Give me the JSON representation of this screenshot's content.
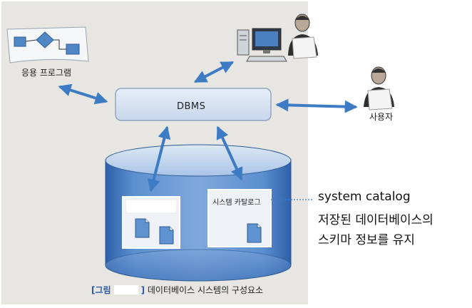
{
  "diagram": {
    "center_label": "DBMS",
    "app_label": "응용 프로그램",
    "user_label": "사용자",
    "catalog_label": "시스템 카탈로그"
  },
  "annotation": {
    "line1": "system catalog",
    "line2": "저장된 데이터베이스의",
    "line3": "스키마 정보를 유지"
  },
  "caption": {
    "bracket_label_left": "[그림",
    "bracket_label_right": "]",
    "text": "데이터베이스 시스템의 구성요소"
  },
  "colors": {
    "panel_bg": "#e7e6e2",
    "dbms_box": "#d6e2f0",
    "arrow": "#3d7cc4",
    "cylinder_blue": "#4d7fc0"
  },
  "icons": [
    "flowchart-icon",
    "computer-icon",
    "person-icon",
    "document-icon"
  ]
}
